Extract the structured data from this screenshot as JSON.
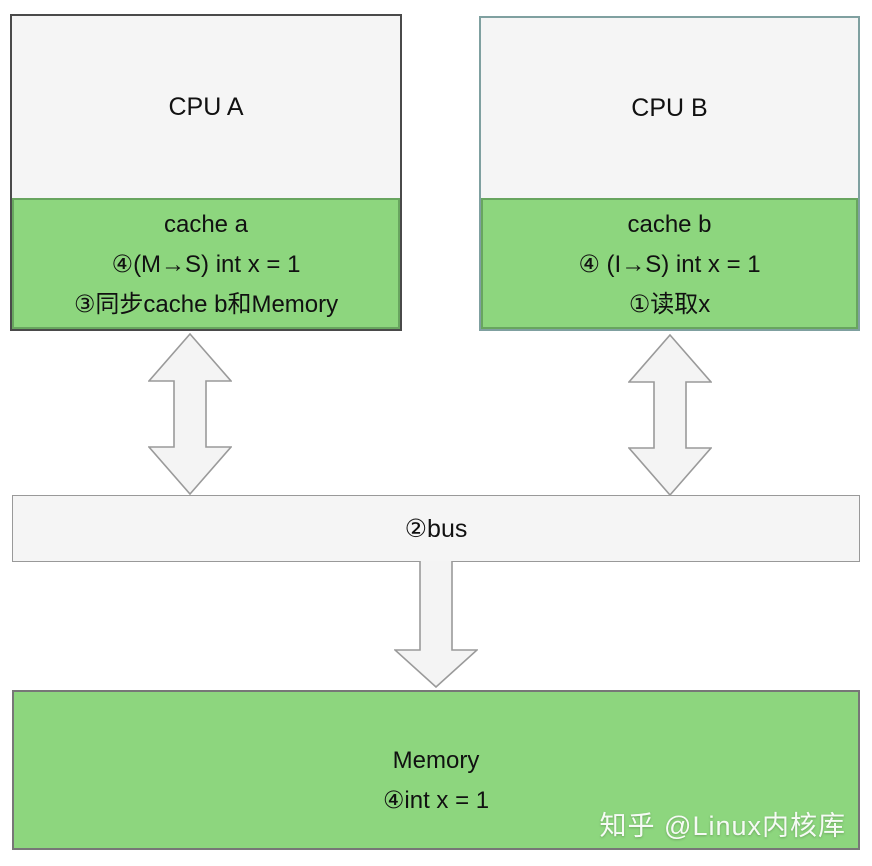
{
  "diagram": {
    "cpu_a": {
      "label": "CPU A",
      "cache": {
        "title": "cache a",
        "state_line": "④(M→S) int x = 1",
        "action_line": "③同步cache b和Memory"
      }
    },
    "cpu_b": {
      "label": "CPU B",
      "cache": {
        "title": "cache b",
        "state_line": "④ (I→S)  int x = 1",
        "action_line": "①读取x"
      }
    },
    "bus": {
      "label": "②bus"
    },
    "memory": {
      "title": "Memory",
      "value_line": "④int x = 1"
    },
    "watermark": {
      "text": "知乎 @Linux内核库"
    },
    "colors": {
      "cache_green_fill": "#8dd67e",
      "cache_green_border": "#68a55f",
      "box_gray_fill": "#f5f5f5",
      "cpu_a_border": "#4a4a4a",
      "cpu_b_border": "#7fa0a0",
      "bus_border": "#999999",
      "memory_border": "#777777",
      "arrow_fill": "#f4f4f4",
      "arrow_stroke": "#9a9a9a",
      "text": "#111111",
      "watermark_text": "#ffffff"
    }
  }
}
